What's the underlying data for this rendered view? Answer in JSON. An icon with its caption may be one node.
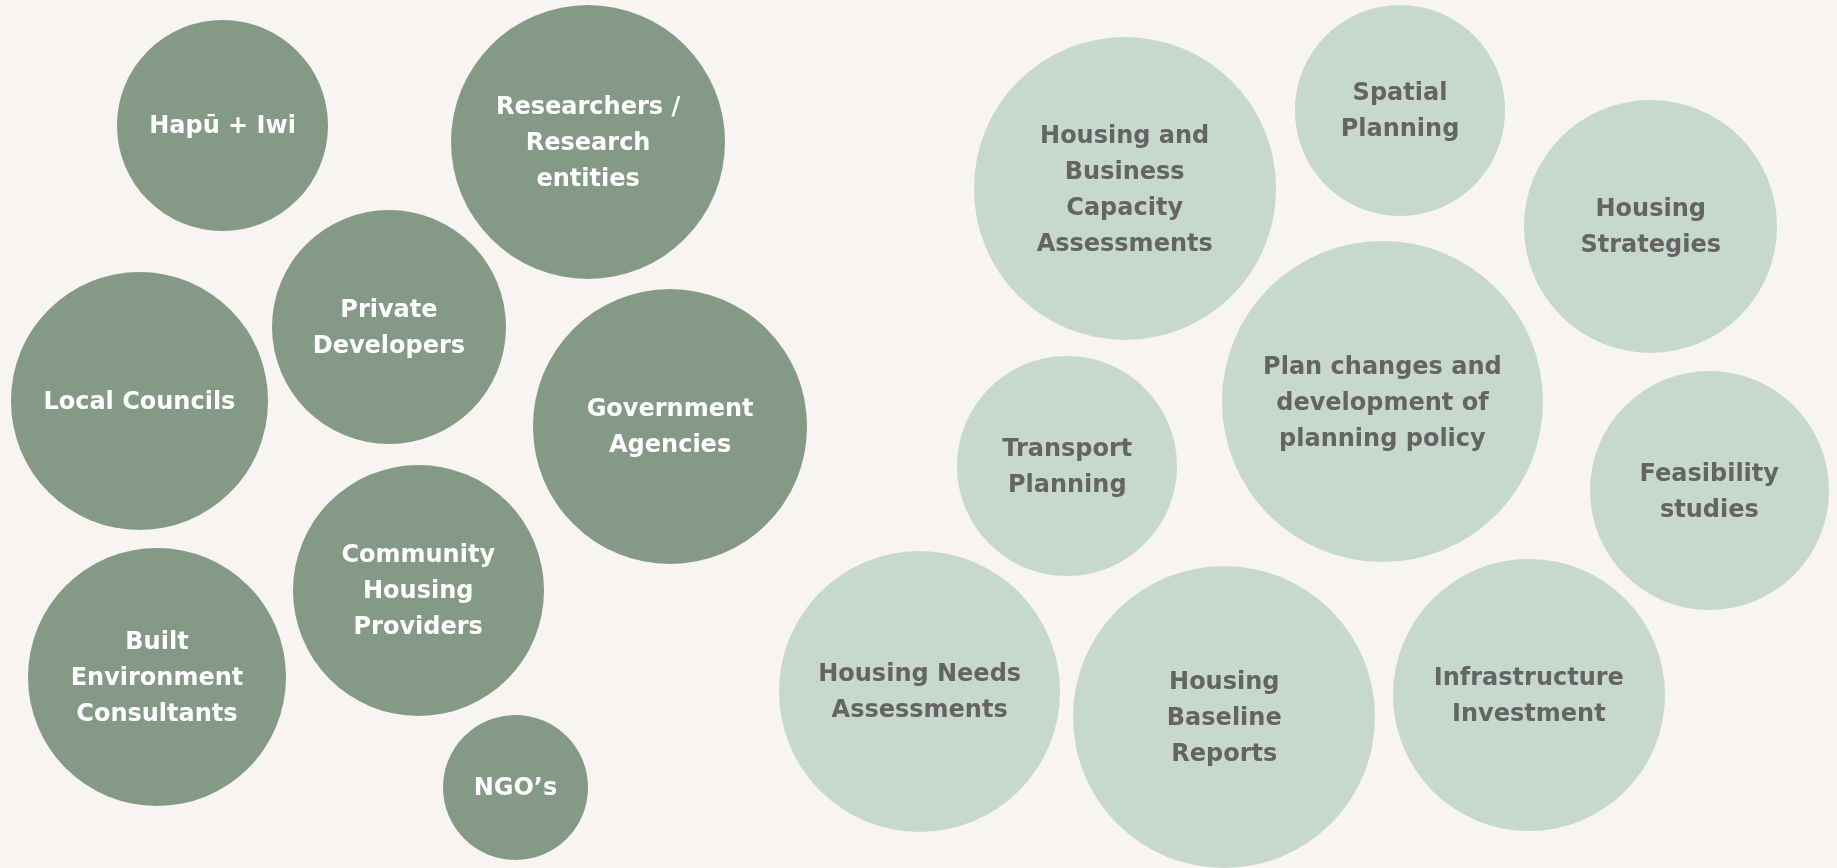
{
  "diagram": {
    "nodes": [
      {
        "text": [
          "Hapū + Iwi"
        ]
      },
      {
        "text": [
          "Researchers / Research entities"
        ]
      },
      {
        "text": [
          "Private Developers"
        ]
      },
      {
        "text": [
          "Local Councils"
        ]
      },
      {
        "text": [
          "Government Agencies"
        ]
      },
      {
        "text": [
          "Community Housing Providers"
        ]
      },
      {
        "text": [
          "Built Environment Consultants"
        ]
      },
      {
        "text": [
          "NGO’s"
        ]
      },
      {
        "text": [
          "Housing and Business Capacity Assessments"
        ]
      },
      {
        "text": [
          "Spatial Planning"
        ]
      },
      {
        "text": [
          "Housing Strategies"
        ]
      },
      {
        "text": [
          "Plan changes and development of planning policy"
        ]
      },
      {
        "text": [
          "Transport Planning"
        ]
      },
      {
        "text": [
          "Feasibility studies"
        ]
      },
      {
        "text": [
          "Housing Needs Assessments"
        ]
      },
      {
        "text": [
          "Housing Baseline Reports"
        ]
      },
      {
        "text": [
          "Infrastructure Investment"
        ]
      }
    ],
    "edges": []
  }
}
